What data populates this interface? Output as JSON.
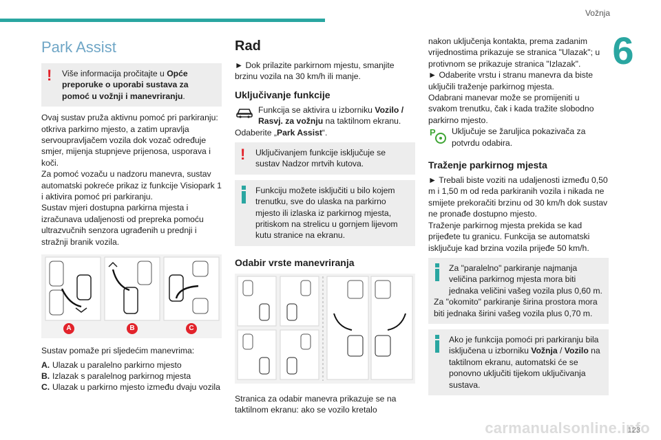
{
  "header": {
    "section": "Vožnja",
    "chapter_number": "6",
    "accent_color": "#2aa6a1"
  },
  "col1": {
    "title": "Park Assist",
    "warning_box": {
      "text_lead": "Više informacija pročitajte u ",
      "text_bold": "Opće preporuke o uporabi sustava za pomoć u vožnji i manevriranju",
      "text_end": "."
    },
    "intro": [
      "Ovaj sustav pruža aktivnu pomoć pri parkiranju: otkriva parkirno mjesto, a zatim upravlja servoupravljačem vozila dok vozač određuje smjer, mijenja stupnjeve prijenosa, usporava i koči.",
      "Za pomoć vozaču u nadzoru manevra, sustav automatski pokreće prikaz iz funkcije Visiopark 1 i aktivira pomoć pri parkiranju.",
      "Sustav mjeri dostupna parkirna mjesta i izračunava udaljenosti od prepreka pomoću ultrazvučnih senzora ugrađenih u prednji i stražnji branik vozila."
    ],
    "badges": [
      "A",
      "B",
      "C"
    ],
    "maneuvers_intro": "Sustav pomaže pri sljedećim manevrima:",
    "maneuvers": [
      {
        "letter": "A.",
        "text": "Ulazak u paralelno parkirno mjesto"
      },
      {
        "letter": "B.",
        "text": "Izlazak s paralelnog parkirnog mjesta"
      },
      {
        "letter": "C.",
        "text": "Ulazak u parkirno mjesto između dvaju vozila"
      }
    ]
  },
  "col2": {
    "title": "Rad",
    "p1": "► Dok prilazite parkirnom mjestu, smanjite brzinu vozila na 30 km/h ili manje.",
    "sub1": "Uključivanje funkcije",
    "func_lead": "Funkcija se aktivira u izborniku ",
    "func_bold": "Vozilo / Rasvj. za vožnju",
    "func_end": " na taktilnom ekranu.",
    "select_lead": "Odaberite „",
    "select_bold": "Park Assist",
    "select_end": "“.",
    "warn2": "Uključivanjem funkcije isključuje se sustav Nadzor mrtvih kutova.",
    "info1": "Funkciju možete isključiti u bilo kojem trenutku, sve do ulaska na parkirno mjesto ili izlaska iz parkirnog mjesta, pritiskom na strelicu u gornjem lijevom kutu stranice na ekranu.",
    "sub2": "Odabir vrste manevriranja",
    "p_end": "Stranica za odabir manevra prikazuje se na taktilnom ekranu: ako se vozilo kretalo"
  },
  "col3": {
    "p1": "nakon uključenja kontakta, prema zadanim vrijednostima prikazuje se stranica \"Ulazak\"; u protivnom se prikazuje stranica \"Izlazak\".",
    "p2": "► Odaberite vrstu i stranu manevra da biste uključili traženje parkirnog mjesta.",
    "p3": "Odabrani manevar može se promijeniti u svakom trenutku, čak i kada tražite slobodno parkirno mjesto.",
    "lamp": "Uključuje se žaruljica pokazivača za potvrdu odabira.",
    "sub": "Traženje parkirnog mjesta",
    "p4": "► Trebali biste voziti na udaljenosti između 0,50 m i 1,50 m od reda parkiranih vozila i nikada ne smijete prekoračiti brzinu od 30 km/h dok sustav ne pronađe dostupno mjesto.",
    "p5": "Traženje parkirnog mjesta prekida se kad prijeđete tu granicu. Funkcija se automatski isključuje kad brzina vozila prijeđe 50 km/h.",
    "info1a": "Za \"paralelno\" parkiranje najmanja veličina parkirnog mjesta mora biti jednaka veličini vašeg vozila plus 0,60 m.",
    "info1b": "Za \"okomito\" parkiranje širina prostora mora biti jednaka širini vašeg vozila plus 0,70 m.",
    "info2_lead": "Ako je funkcija pomoći pri parkiranju bila isključena u izborniku ",
    "info2_bold1": "Vožnja",
    "info2_sep": " / ",
    "info2_bold2": "Vozilo",
    "info2_end": " na taktilnom ekranu, automatski će se ponovno uključiti tijekom uključivanja sustava."
  },
  "footer": {
    "page_number": "123",
    "watermark": "carmanualsonline.info"
  }
}
